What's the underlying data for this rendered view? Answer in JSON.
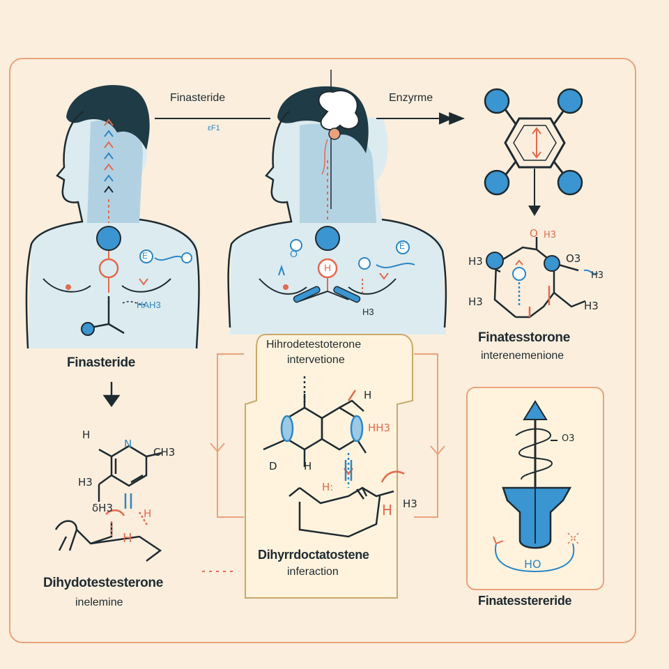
{
  "colors": {
    "background": "#fbeedd",
    "frame": "#e8a27c",
    "skin_light": "#dcebef",
    "skin_blue": "#7fb3cf",
    "hair": "#1f3b45",
    "atom_blue": "#3a95d1",
    "accent_red": "#e26a4e",
    "ink": "#1e2a30"
  },
  "top_arrows": {
    "label_left": "Finasteride",
    "label_left_sub": "εF1",
    "label_right": "Enzyrme"
  },
  "panels": {
    "left": {
      "title": "Finasteride",
      "molecule_labels": [
        "H",
        "N",
        "CH3",
        "H3",
        "δH3",
        "H",
        "H"
      ],
      "bottom_title": "Dihydotestesterone",
      "bottom_subtitle": "inelemine"
    },
    "center": {
      "title": "Hihrodetestoterone",
      "subtitle": "intervetione",
      "molecule_labels": [
        "H",
        "HH3",
        "D",
        "H",
        "H:",
        "H",
        "H3"
      ],
      "bottom_title": "Dihyrrdoctatostene",
      "bottom_subtitle": "inferaction"
    },
    "right": {
      "molecule_labels": [
        "O",
        "H3",
        "H3",
        "O3",
        "H3",
        "H3",
        "H3"
      ],
      "title": "Finatesstorone",
      "subtitle": "interenemenione",
      "drug_label": "O3",
      "drug_ho": "HO",
      "drug_title": "Finatesstereride"
    },
    "body_labels": {
      "left_e": "E",
      "left_h": "HAH3",
      "center_o": "O",
      "center_h": "H",
      "center_h3": "H3",
      "center_e": "E"
    }
  }
}
